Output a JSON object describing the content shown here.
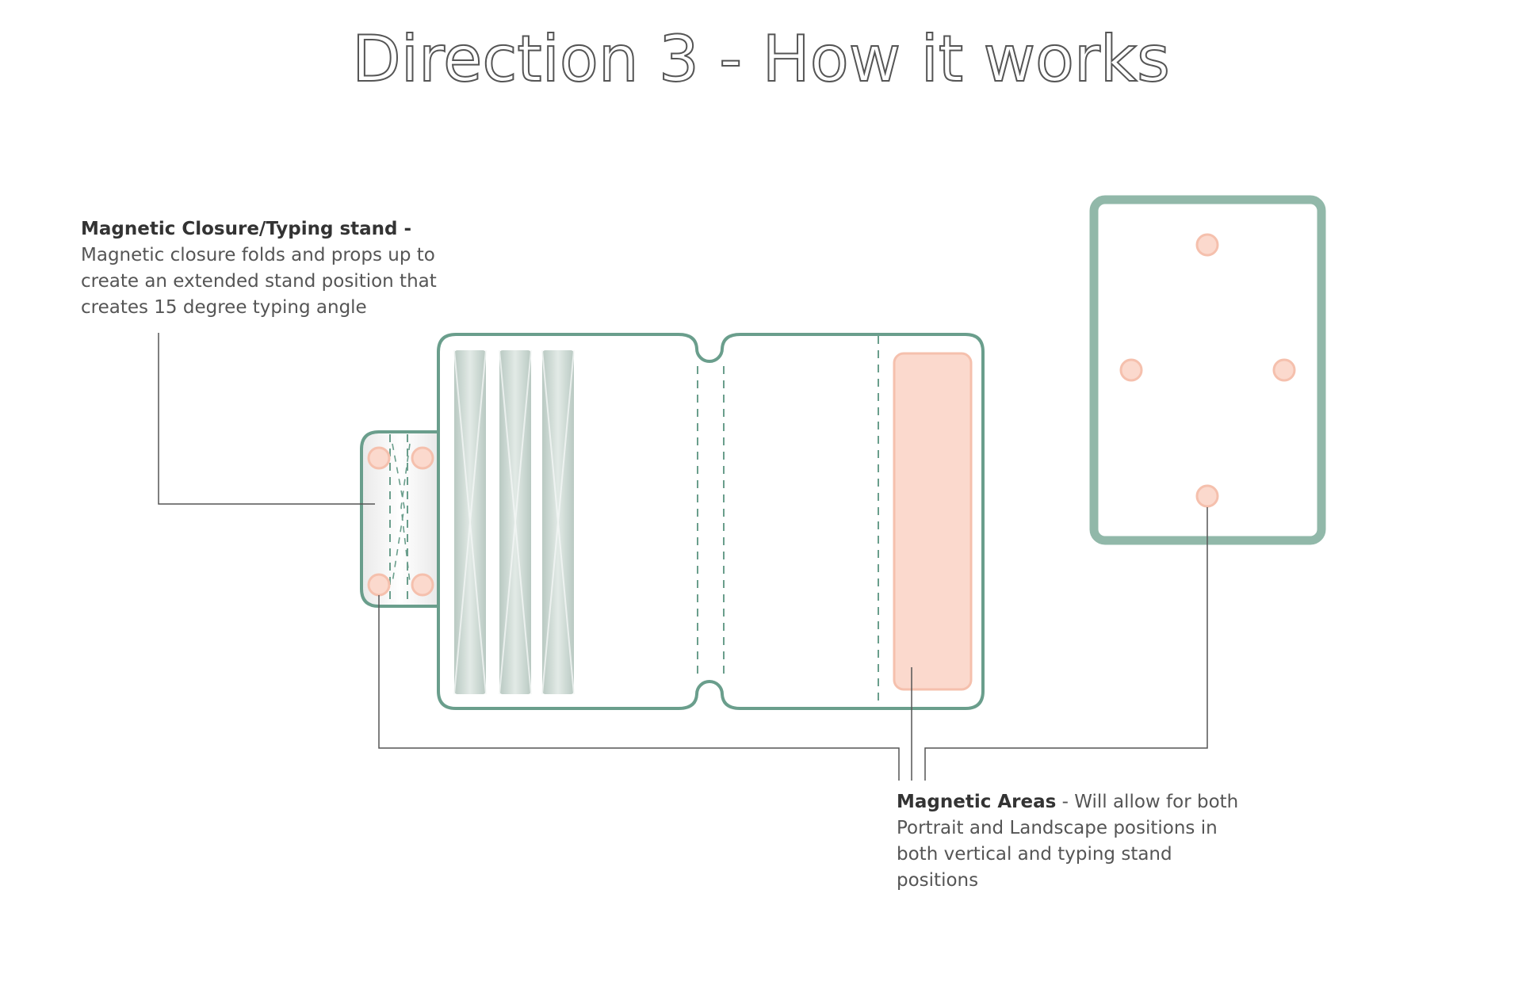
{
  "title": "Direction 3 - How it works",
  "annotations": {
    "closure": {
      "heading": "Magnetic Closure/Typing stand -",
      "lines": [
        "Magnetic closure folds and props up to",
        "create an extended stand position that",
        "creates 15 degree typing angle"
      ]
    },
    "magnetic": {
      "heading": "Magnetic Areas",
      "first_line_rest": " - Will allow for both",
      "lines": [
        "Portrait and Landscape positions in",
        "both vertical and typing stand",
        "positions"
      ]
    }
  },
  "colors": {
    "outline": "#6a9e8c",
    "panel_outline": "#91b8a9",
    "magnet_fill": "#fbd9cd",
    "magnet_stroke": "#f5c0ad",
    "leader": "#555555",
    "title_stroke": "#555555",
    "strip": "#c9d5d0"
  }
}
